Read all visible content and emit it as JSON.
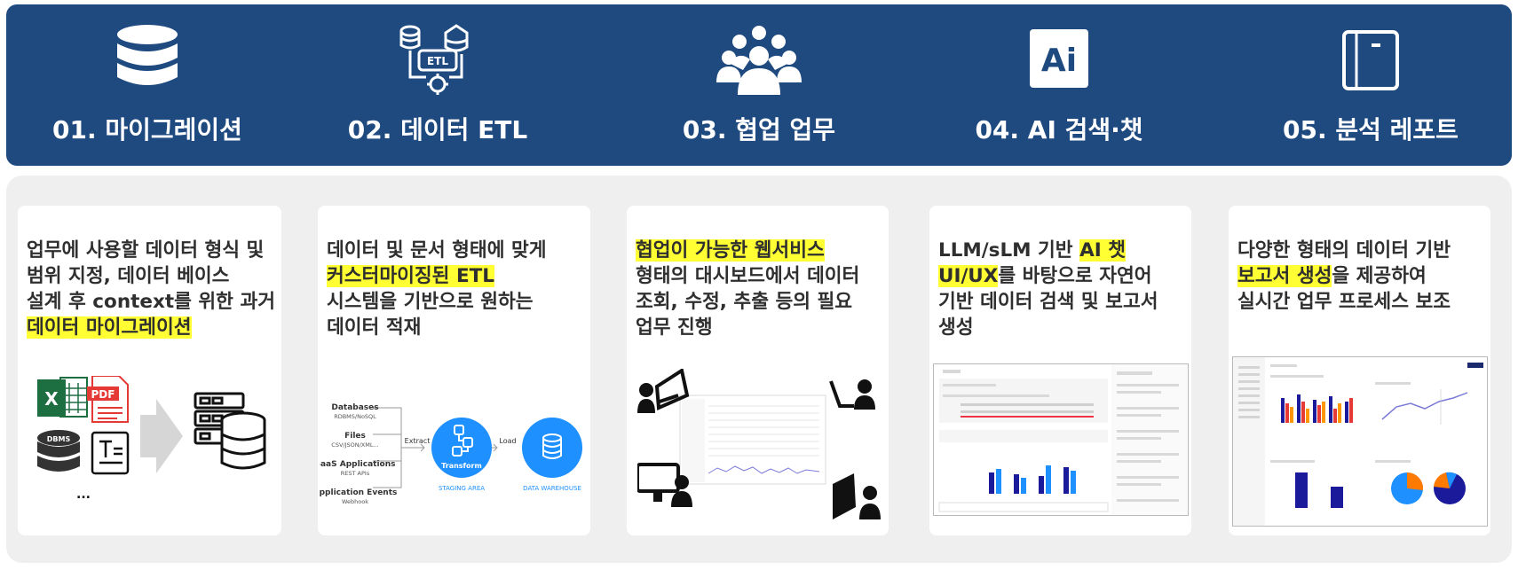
{
  "banner": {
    "items": [
      {
        "label": "01. 마이그레이션",
        "icon": "database-icon"
      },
      {
        "label": "02. 데이터 ETL",
        "icon": "etl-pipeline-icon"
      },
      {
        "label": "03. 협업 업무",
        "icon": "team-group-icon"
      },
      {
        "label": "04. AI 검색·챗",
        "icon": "ai-logo-icon"
      },
      {
        "label": "05. 분석 레포트",
        "icon": "notebook-icon"
      }
    ]
  },
  "cards": [
    {
      "lines": [
        [
          {
            "t": "업무에 사용할 데이터 형식 및",
            "h": false
          }
        ],
        [
          {
            "t": "범위 지정, 데이터 베이스",
            "h": false
          }
        ],
        [
          {
            "t": "설계 후 context를 위한 과거",
            "h": false
          }
        ],
        [
          {
            "t": "데이터 마이그레이션",
            "h": true
          }
        ]
      ]
    },
    {
      "lines": [
        [
          {
            "t": "데이터 및 문서 형태에 맞게",
            "h": false
          }
        ],
        [
          {
            "t": "커스터마이징된 ETL",
            "h": true
          }
        ],
        [
          {
            "t": "시스템을 기반으로 원하는",
            "h": false
          }
        ],
        [
          {
            "t": "데이터 적재",
            "h": false
          }
        ]
      ]
    },
    {
      "lines": [
        [
          {
            "t": "협업이 가능한 웹서비스",
            "h": true
          }
        ],
        [
          {
            "t": "형태의 대시보드에서 데이터",
            "h": false
          }
        ],
        [
          {
            "t": "조회, 수정, 추출 등의 필요",
            "h": false
          }
        ],
        [
          {
            "t": "업무 진행",
            "h": false
          }
        ]
      ]
    },
    {
      "lines": [
        [
          {
            "t": "LLM/sLM 기반 ",
            "h": false
          },
          {
            "t": "AI 챗",
            "h": true
          }
        ],
        [
          {
            "t": "UI/UX",
            "h": true
          },
          {
            "t": "를 바탕으로 자연어",
            "h": false
          }
        ],
        [
          {
            "t": "기반 데이터 검색 및 보고서",
            "h": false
          }
        ],
        [
          {
            "t": "생성",
            "h": false
          }
        ]
      ]
    },
    {
      "lines": [
        [
          {
            "t": "다양한 형태의 데이터 기반",
            "h": false
          }
        ],
        [
          {
            "t": "보고서 생성",
            "h": true
          },
          {
            "t": "을 제공하여",
            "h": false
          }
        ],
        [
          {
            "t": "실시간 업무 프로세스 보조",
            "h": false
          }
        ]
      ]
    }
  ],
  "migration": {
    "pdf_label": "PDF",
    "excel_label": "X",
    "dbms_label": "DBMS",
    "more": "..."
  },
  "etl": {
    "sources": [
      {
        "name": "Databases",
        "sub": "RDBMS/NoSQL"
      },
      {
        "name": "Files",
        "sub": "CSV/JSON/XML..."
      },
      {
        "name": "SaaS Applications",
        "sub": "REST APIs"
      },
      {
        "name": "Application Events",
        "sub": "Webhook"
      }
    ],
    "extract": "Extract",
    "load": "Load",
    "transform": "Transform",
    "staging": "STAGING AREA",
    "warehouse": "DATA WAREHOUSE"
  },
  "colors": {
    "banner": "#1e4a80",
    "highlight": "#ffff33",
    "etl_blue": "#1e90ff",
    "excel_green": "#1d6f42",
    "pdf_red": "#e53935"
  }
}
